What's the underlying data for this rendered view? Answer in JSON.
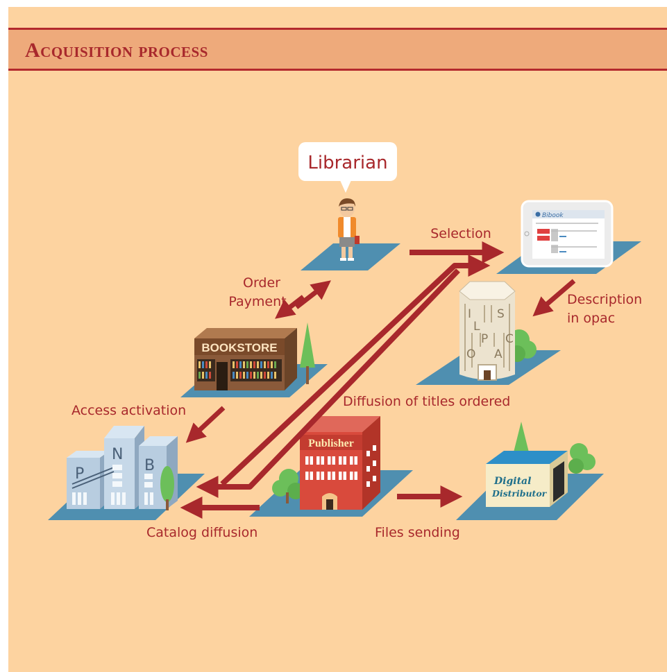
{
  "header": {
    "title": "Acquisition process"
  },
  "nodes": {
    "librarian": {
      "label": "Librarian"
    },
    "tablet": {
      "brand": "Bibook"
    },
    "bookstore": {
      "sign": "BOOKSTORE"
    },
    "library": {
      "letters": [
        "P",
        "N",
        "B"
      ]
    },
    "ils": {
      "letters": [
        "I",
        "L",
        "S",
        "O",
        "P",
        "A",
        "C"
      ]
    },
    "publisher": {
      "sign": "Publisher"
    },
    "distributor": {
      "sign_line1": "Digital",
      "sign_line2": "Distributor"
    }
  },
  "edges": {
    "selection": "Selection",
    "order_payment_line1": "Order",
    "order_payment_line2": "Payment",
    "description_line1": "Description",
    "description_line2": "in opac",
    "access_activation": "Access activation",
    "diffusion": "Diffusion of titles ordered",
    "catalog_diffusion": "Catalog diffusion",
    "files_sending": "Files sending"
  },
  "colors": {
    "background": "#fdd3a0",
    "header": "#eeaa7b",
    "accent": "#a8282c",
    "platform": "#4f8fb0"
  }
}
